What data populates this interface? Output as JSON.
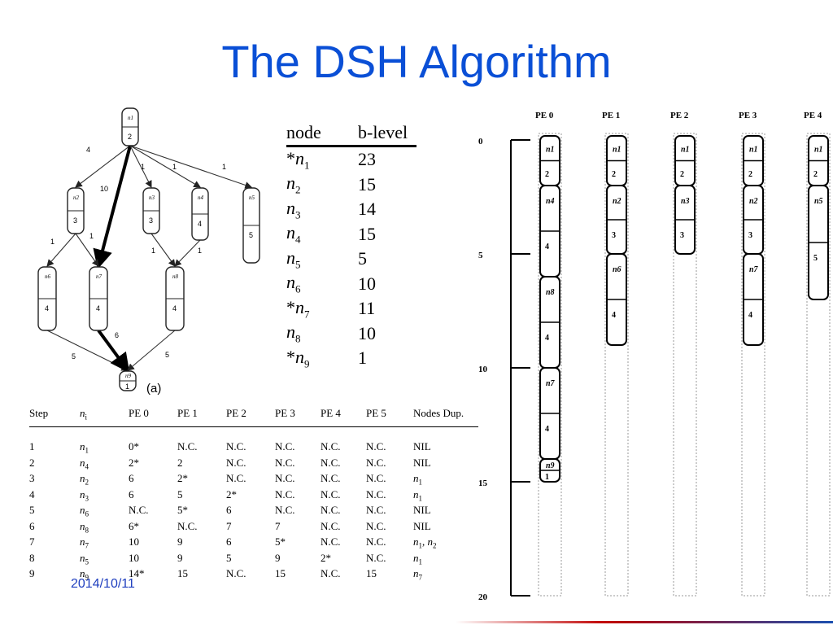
{
  "slide": {
    "title": "The DSH Algorithm",
    "date": "2014/10/11"
  },
  "graph": {
    "caption": "(a)",
    "nodes": [
      {
        "name": "n1",
        "weight": "2"
      },
      {
        "name": "n2",
        "weight": "3"
      },
      {
        "name": "n3",
        "weight": "3"
      },
      {
        "name": "n4",
        "weight": "4"
      },
      {
        "name": "n5",
        "weight": "5"
      },
      {
        "name": "n6",
        "weight": "4"
      },
      {
        "name": "n7",
        "weight": "4"
      },
      {
        "name": "n8",
        "weight": "4"
      },
      {
        "name": "n9",
        "weight": "1"
      }
    ],
    "edges": [
      {
        "from": "n1",
        "to": "n2",
        "cost": "4"
      },
      {
        "from": "n1",
        "to": "n7",
        "cost": "10"
      },
      {
        "from": "n1",
        "to": "n3",
        "cost": "1"
      },
      {
        "from": "n1",
        "to": "n4",
        "cost": "1"
      },
      {
        "from": "n1",
        "to": "n5",
        "cost": "1"
      },
      {
        "from": "n2",
        "to": "n6",
        "cost": "1"
      },
      {
        "from": "n2",
        "to": "n7",
        "cost": "1"
      },
      {
        "from": "n3",
        "to": "n8",
        "cost": "1"
      },
      {
        "from": "n4",
        "to": "n8",
        "cost": "1"
      },
      {
        "from": "n6",
        "to": "n9",
        "cost": "5"
      },
      {
        "from": "n7",
        "to": "n9",
        "cost": "6"
      },
      {
        "from": "n8",
        "to": "n9",
        "cost": "5"
      }
    ]
  },
  "blevel_table": {
    "headers": [
      "node",
      "b-level"
    ],
    "rows": [
      {
        "star": "*",
        "node": "n",
        "sub": "1",
        "value": "23"
      },
      {
        "star": "",
        "node": "n",
        "sub": "2",
        "value": "15"
      },
      {
        "star": "",
        "node": "n",
        "sub": "3",
        "value": "14"
      },
      {
        "star": "",
        "node": "n",
        "sub": "4",
        "value": "15"
      },
      {
        "star": "",
        "node": "n",
        "sub": "5",
        "value": "5"
      },
      {
        "star": "",
        "node": "n",
        "sub": "6",
        "value": "10"
      },
      {
        "star": "*",
        "node": "n",
        "sub": "7",
        "value": "11"
      },
      {
        "star": "",
        "node": "n",
        "sub": "8",
        "value": "10"
      },
      {
        "star": "*",
        "node": "n",
        "sub": "9",
        "value": "1"
      }
    ]
  },
  "steps_table": {
    "headers": [
      "Step",
      "ni",
      "PE 0",
      "PE 1",
      "PE 2",
      "PE 3",
      "PE 4",
      "PE 5",
      "Nodes Dup."
    ],
    "rows": [
      [
        "1",
        "n1",
        "0*",
        "N.C.",
        "N.C.",
        "N.C.",
        "N.C.",
        "N.C.",
        "NIL"
      ],
      [
        "2",
        "n4",
        "2*",
        "2",
        "N.C.",
        "N.C.",
        "N.C.",
        "N.C.",
        "NIL"
      ],
      [
        "3",
        "n2",
        "6",
        "2*",
        "N.C.",
        "N.C.",
        "N.C.",
        "N.C.",
        "n1"
      ],
      [
        "4",
        "n3",
        "6",
        "5",
        "2*",
        "N.C.",
        "N.C.",
        "N.C.",
        "n1"
      ],
      [
        "5",
        "n6",
        "N.C.",
        "5*",
        "6",
        "N.C.",
        "N.C.",
        "N.C.",
        "NIL"
      ],
      [
        "6",
        "n8",
        "6*",
        "N.C.",
        "7",
        "7",
        "N.C.",
        "N.C.",
        "NIL"
      ],
      [
        "7",
        "n7",
        "10",
        "9",
        "6",
        "5*",
        "N.C.",
        "N.C.",
        "n1, n2"
      ],
      [
        "8",
        "n5",
        "10",
        "9",
        "5",
        "9",
        "2*",
        "N.C.",
        "n1"
      ],
      [
        "9",
        "n9",
        "14*",
        "15",
        "N.C.",
        "15",
        "N.C.",
        "15",
        "n7"
      ]
    ]
  },
  "gantt": {
    "pe_labels": [
      "PE 0",
      "PE 1",
      "PE 2",
      "PE 3",
      "PE 4"
    ],
    "time_ticks": [
      "0",
      "5",
      "10",
      "15",
      "20"
    ],
    "time_max": 20,
    "schedule": [
      [
        {
          "node": "n1",
          "start": 0,
          "end": 2
        },
        {
          "node": "n4",
          "start": 2,
          "end": 6
        },
        {
          "node": "n8",
          "start": 6,
          "end": 10
        },
        {
          "node": "n7",
          "start": 10,
          "end": 14
        },
        {
          "node": "n9",
          "start": 14,
          "end": 15
        }
      ],
      [
        {
          "node": "n1",
          "start": 0,
          "end": 2
        },
        {
          "node": "n2",
          "start": 2,
          "end": 5
        },
        {
          "node": "n6",
          "start": 5,
          "end": 9
        }
      ],
      [
        {
          "node": "n1",
          "start": 0,
          "end": 2
        },
        {
          "node": "n3",
          "start": 2,
          "end": 5
        }
      ],
      [
        {
          "node": "n1",
          "start": 0,
          "end": 2
        },
        {
          "node": "n2",
          "start": 2,
          "end": 5
        },
        {
          "node": "n7",
          "start": 5,
          "end": 9
        }
      ],
      [
        {
          "node": "n1",
          "start": 0,
          "end": 2
        },
        {
          "node": "n5",
          "start": 2,
          "end": 7
        }
      ]
    ]
  }
}
